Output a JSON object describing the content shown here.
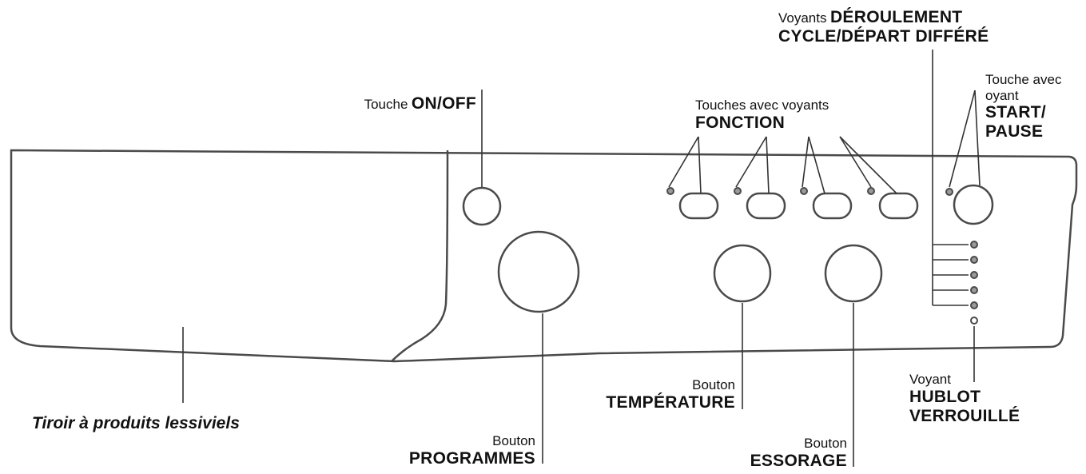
{
  "labels": {
    "onoff_prefix": "Touche",
    "onoff_bold": "ON/OFF",
    "fonction_prefix": "Touches avec voyants",
    "fonction_bold": "FONCTION",
    "deroulement_prefix": "Voyants",
    "deroulement_bold1": "DÉROULEMENT",
    "deroulement_bold2": "CYCLE/DÉPART DIFFÉRÉ",
    "start_line1": "Touche avec",
    "start_line2": "oyant",
    "start_bold1": "START/",
    "start_bold2": "PAUSE",
    "tiroir": "Tiroir à produits lessiviels",
    "programmes_prefix": "Bouton",
    "programmes_bold": "PROGRAMMES",
    "temperature_prefix": "Bouton",
    "temperature_bold": "TEMPÉRATURE",
    "essorage_prefix": "Bouton",
    "essorage_bold": "ESSORAGE",
    "hublot_prefix": "Voyant",
    "hublot_bold1": "HUBLOT",
    "hublot_bold2": "VERROUILLÉ"
  },
  "colors": {
    "stroke": "#4a4a4a",
    "led_fill": "#9a9a9a",
    "text": "#111111"
  }
}
